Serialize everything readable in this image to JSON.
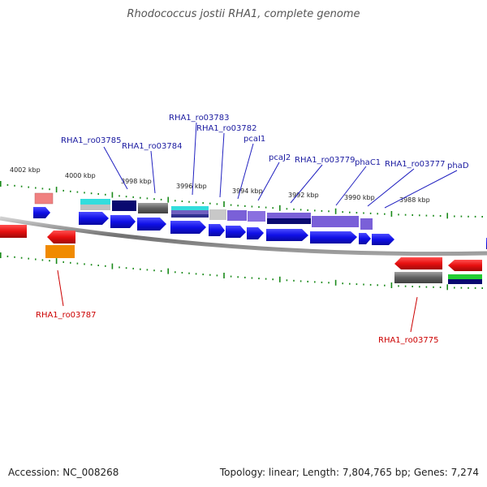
{
  "title": "Rhodococcus jostii RHA1, complete genome",
  "footer": {
    "accession": "Accession: NC_008268",
    "summary": "Topology: linear; Length: 7,804,765 bp; Genes: 7,274"
  },
  "colors": {
    "cds": "#1010e8",
    "cds_reverse": "#e81010",
    "backbone": "#808080",
    "tick": "#1a8a1a",
    "label_forward": "#1a1aa0",
    "label_reverse": "#cc0000"
  },
  "kbp_ticks": [
    "4002 kbp",
    "4000 kbp",
    "3998 kbp",
    "3996 kbp",
    "3994 kbp",
    "3992 kbp",
    "3990 kbp",
    "3988 kbp"
  ],
  "forward_labels": [
    "RHA1_ro03785",
    "RHA1_ro03784",
    "RHA1_ro03783",
    "RHA1_ro03782",
    "pcaI1",
    "pcaJ2",
    "RHA1_ro03779",
    "phaC1",
    "RHA1_ro03777",
    "phaD"
  ],
  "reverse_labels": [
    "RHA1_ro03787",
    "RHA1_ro03775"
  ]
}
